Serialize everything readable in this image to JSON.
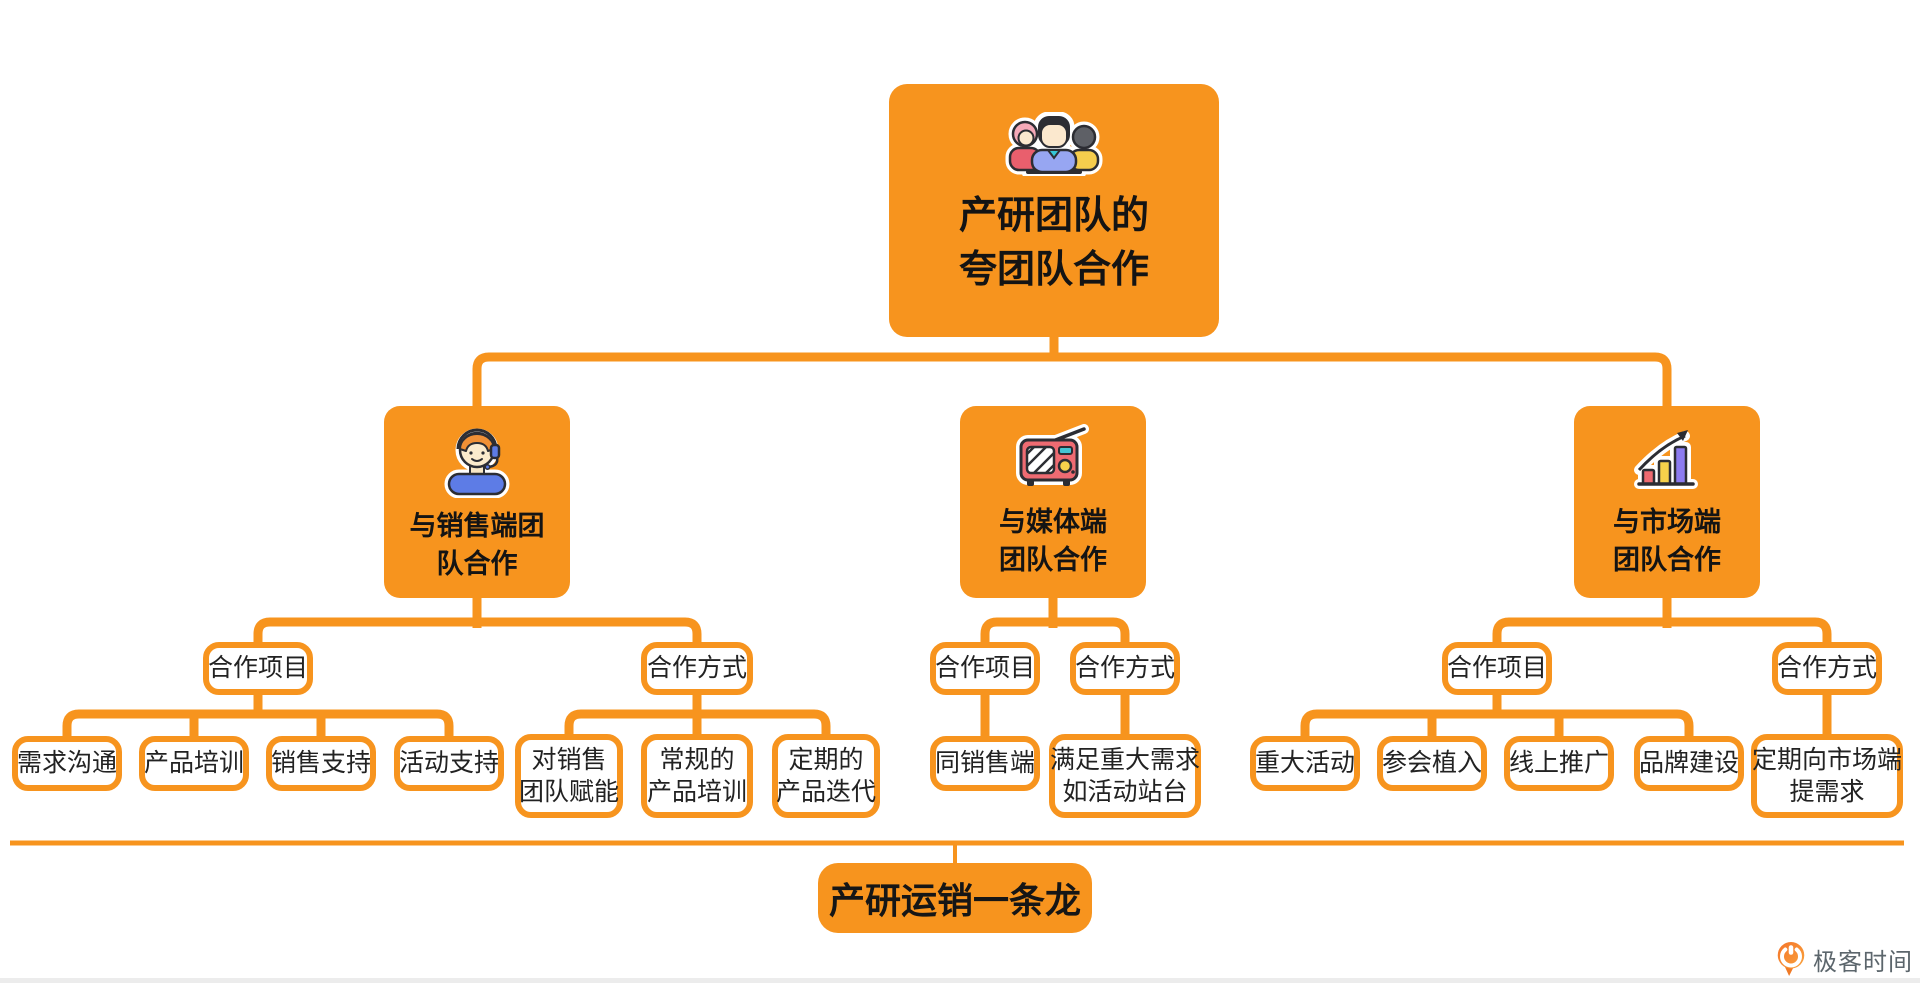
{
  "palette": {
    "orange": "#F7941E",
    "node_text": "#141414",
    "box_border": "#F7941E",
    "box_text": "#222222",
    "brand_gray": "#5c666c",
    "background": "#ffffff"
  },
  "root": {
    "icon": "team-people-icon",
    "line1": "产研团队的",
    "line2": "夸团队合作"
  },
  "branches": [
    {
      "icon": "headset-person-icon",
      "line1": "与销售端团",
      "line2": "队合作",
      "project_label": "合作项目",
      "method_label": "合作方式",
      "projects": [
        {
          "l1": "需求沟通"
        },
        {
          "l1": "产品培训"
        },
        {
          "l1": "销售支持"
        },
        {
          "l1": "活动支持"
        }
      ],
      "methods": [
        {
          "l1": "对销售",
          "l2": "团队赋能"
        },
        {
          "l1": "常规的",
          "l2": "产品培训"
        },
        {
          "l1": "定期的",
          "l2": "产品迭代"
        }
      ]
    },
    {
      "icon": "radio-icon",
      "line1": "与媒体端",
      "line2": "团队合作",
      "project_label": "合作项目",
      "method_label": "合作方式",
      "projects": [
        {
          "l1": "同销售端"
        }
      ],
      "methods": [
        {
          "l1": "满足重大需求",
          "l2": "如活动站台"
        }
      ]
    },
    {
      "icon": "bar-chart-icon",
      "line1": "与市场端",
      "line2": "团队合作",
      "project_label": "合作项目",
      "method_label": "合作方式",
      "projects": [
        {
          "l1": "重大活动"
        },
        {
          "l1": "参会植入"
        },
        {
          "l1": "线上推广"
        },
        {
          "l1": "品牌建设"
        }
      ],
      "methods": [
        {
          "l1": "定期向市场端",
          "l2": "提需求"
        }
      ]
    }
  ],
  "footer_banner": "产研运销一条龙",
  "brand": {
    "name": "极客时间"
  }
}
